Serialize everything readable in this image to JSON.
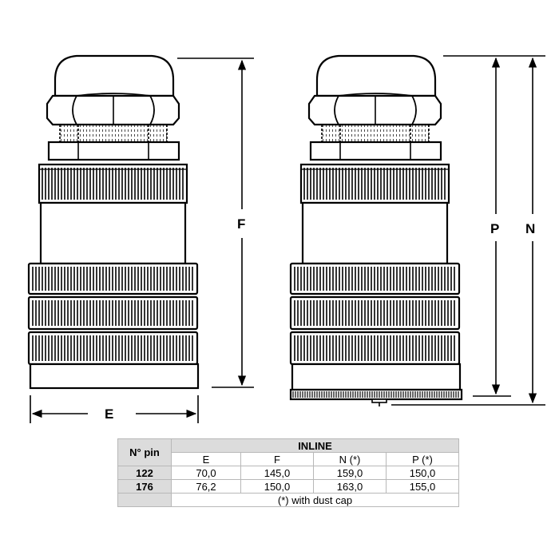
{
  "diagram": {
    "labels": {
      "E": "E",
      "F": "F",
      "P": "P",
      "N": "N"
    }
  },
  "table": {
    "pin_header": "N° pin",
    "group_header": "INLINE",
    "columns": [
      "E",
      "F",
      "N (*)",
      "P (*)"
    ],
    "rows": [
      {
        "pin": "122",
        "values": [
          "70,0",
          "145,0",
          "159,0",
          "150,0"
        ]
      },
      {
        "pin": "176",
        "values": [
          "76,2",
          "150,0",
          "163,0",
          "155,0"
        ]
      }
    ],
    "footnote": "(*) with dust cap"
  },
  "colors": {
    "line": "#000000",
    "table_fill": "#dcdcdc",
    "table_border": "#b8b8b8"
  }
}
